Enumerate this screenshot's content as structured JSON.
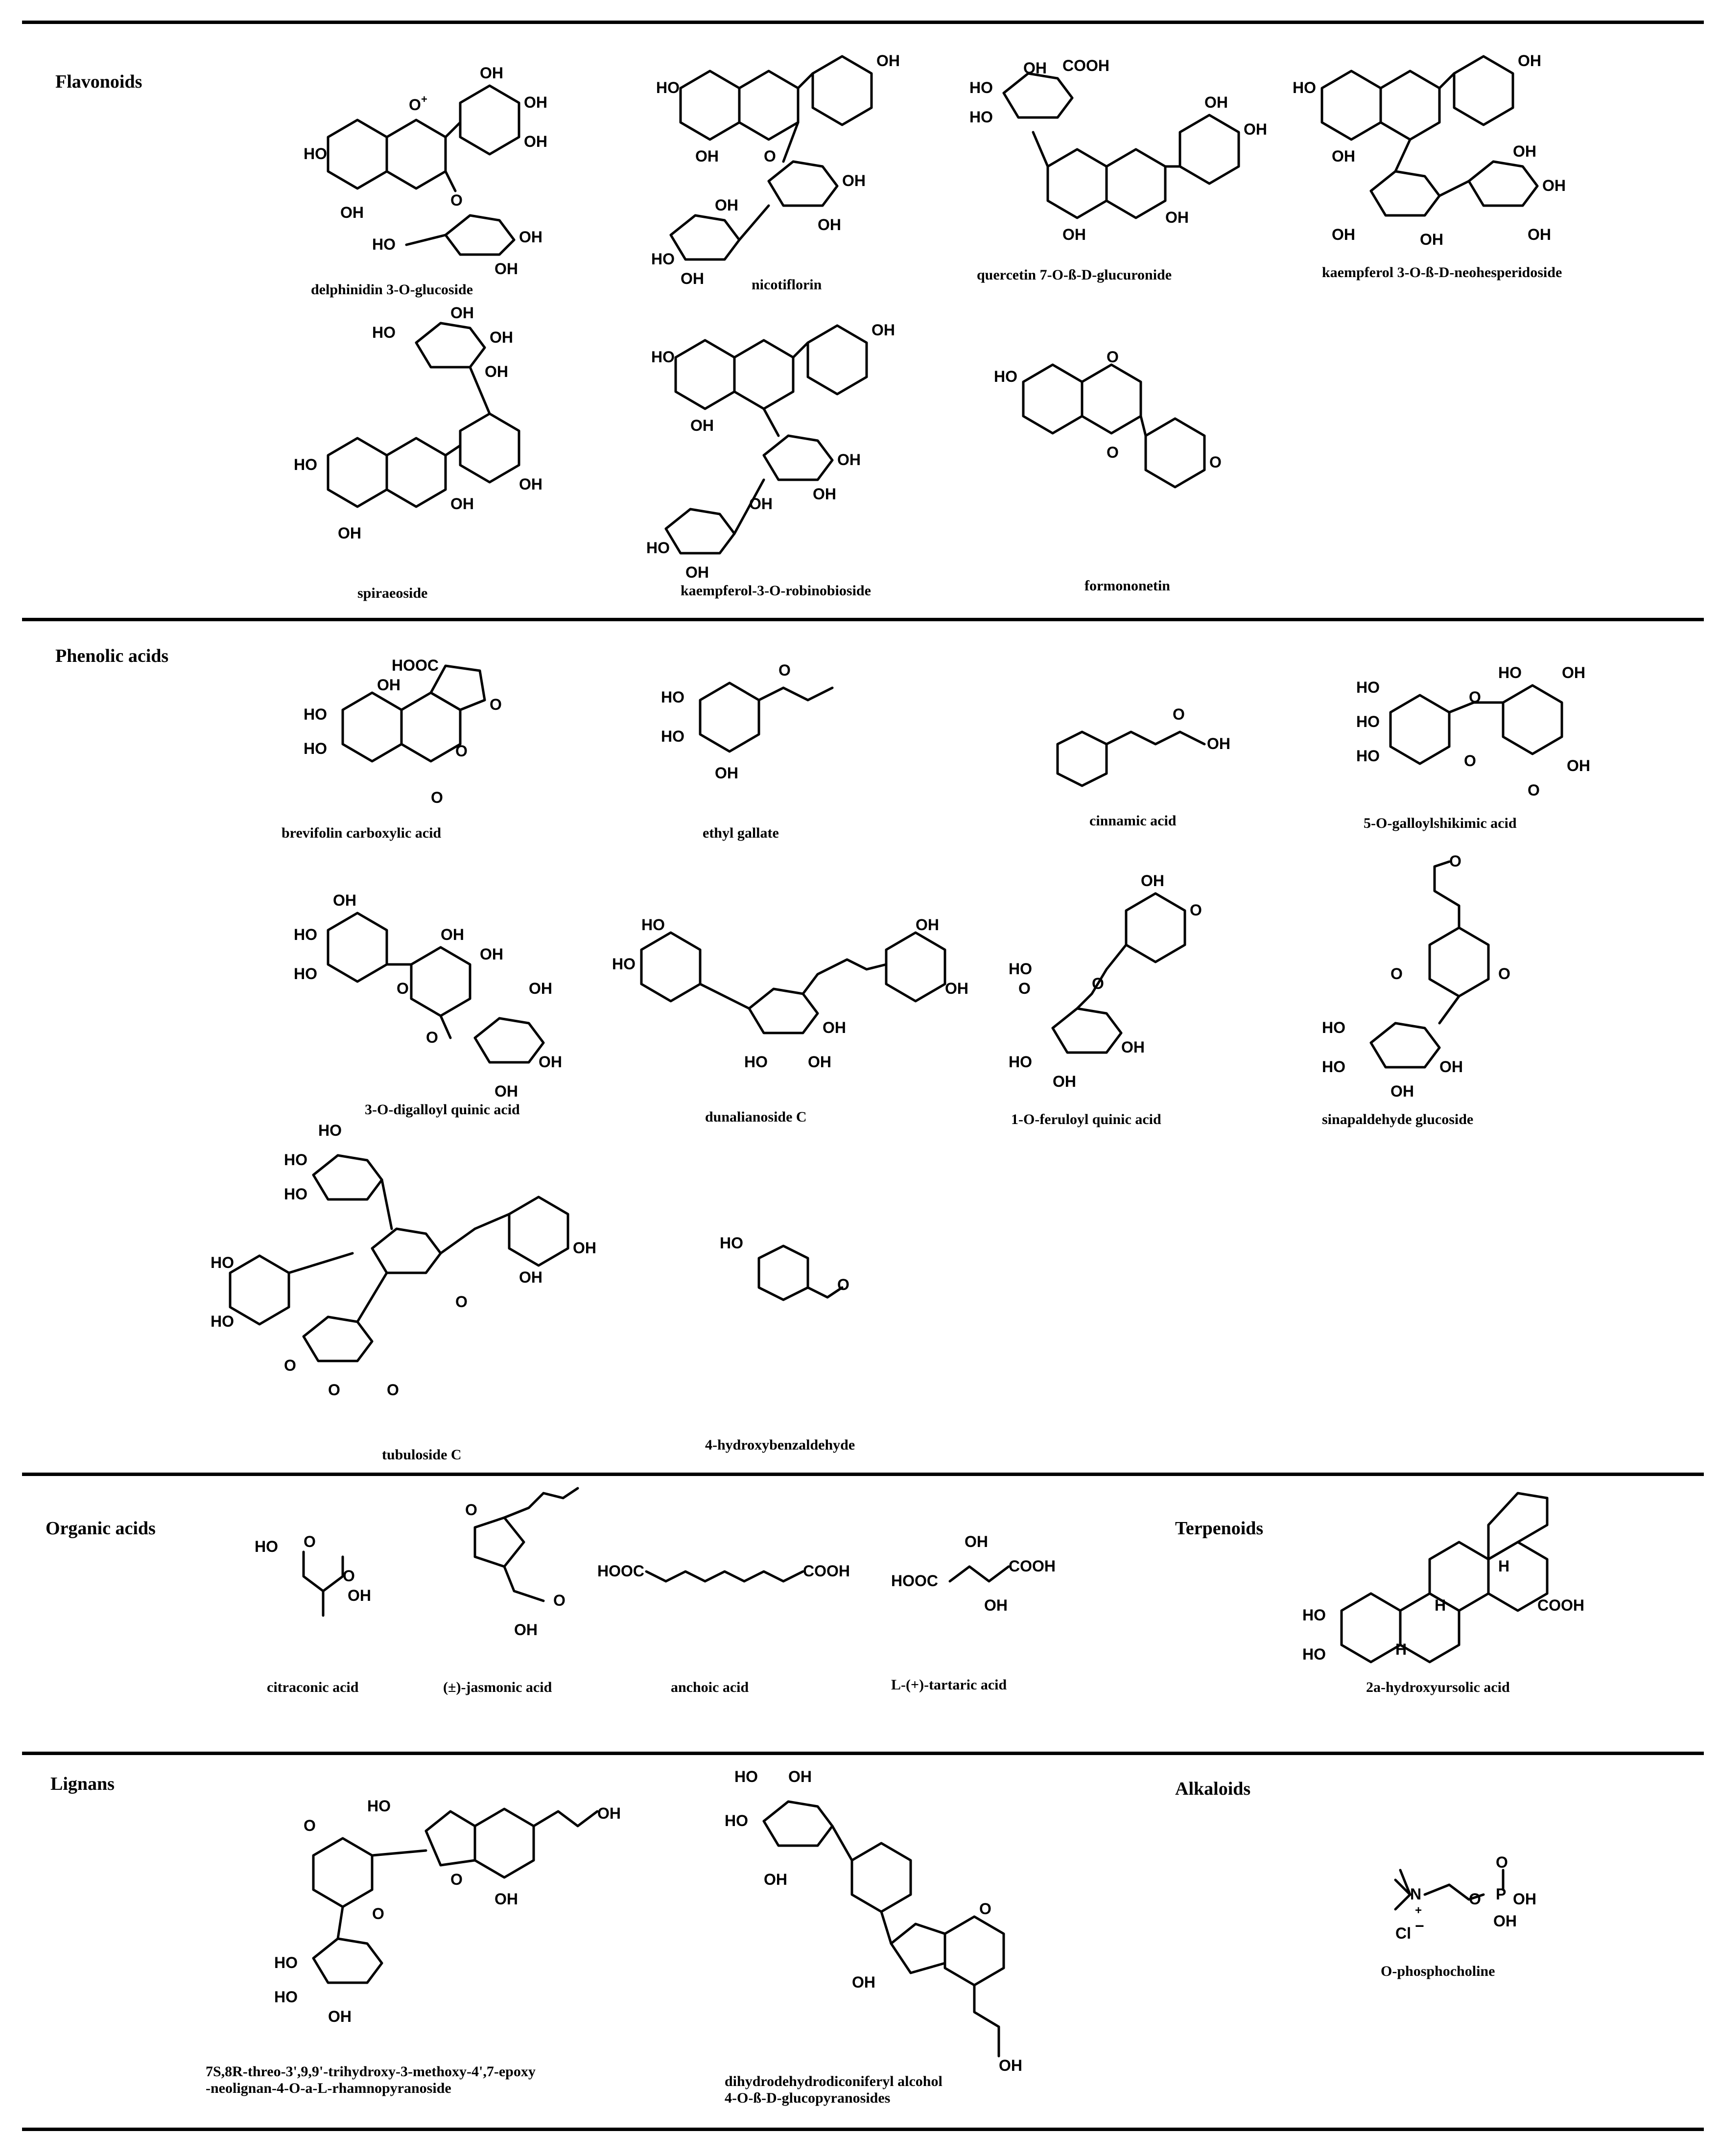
{
  "sections": {
    "flavonoids": {
      "title": "Flavonoids",
      "compounds": [
        "delphinidin 3-O-glucoside",
        "nicotiflorin",
        "quercetin 7-O-ß-D-glucuronide",
        "kaempferol 3-O-ß-D-neohesperidoside",
        "spiraeoside",
        "kaempferol-3-O-robinobioside",
        "formononetin"
      ]
    },
    "phenolic_acids": {
      "title": "Phenolic acids",
      "compounds": [
        "brevifolin carboxylic acid",
        "ethyl gallate",
        "cinnamic acid",
        "5-O-galloylshikimic acid",
        "3-O-digalloyl quinic acid",
        "dunalianoside C",
        "1-O-feruloyl quinic acid",
        "sinapaldehyde glucoside",
        "tubuloside C",
        "4-hydroxybenzaldehyde"
      ]
    },
    "organic_acids": {
      "title": "Organic acids",
      "compounds": [
        "citraconic acid",
        "(±)-jasmonic acid",
        "anchoic acid",
        "L-(+)-tartaric acid"
      ]
    },
    "terpenoids": {
      "title": "Terpenoids",
      "compounds": [
        "2a-hydroxyursolic acid"
      ]
    },
    "lignans": {
      "title": "Lignans",
      "compounds": [
        {
          "line1": "7S,8R-threo-3',9,9'-trihydroxy-3-methoxy-4',7-epoxy",
          "line2": "-neolignan-4-O-a-L-rhamnopyranoside"
        },
        {
          "line1": "dihydrodehydrodiconiferyl alcohol",
          "line2": "4-O-ß-D-glucopyranosides"
        }
      ]
    },
    "alkaloids": {
      "title": "Alkaloids",
      "compounds": [
        "O-phosphocholine"
      ]
    }
  },
  "atom_labels": {
    "oh": "OH",
    "ho": "HO",
    "o": "O",
    "cooh": "COOH",
    "hooc": "HOOC",
    "ominus": "O",
    "oplus": "+",
    "h": "H",
    "n": "N",
    "p": "P",
    "cl": "Cl",
    "minus": "−"
  },
  "colors": {
    "line": "#000000",
    "background": "#ffffff"
  }
}
